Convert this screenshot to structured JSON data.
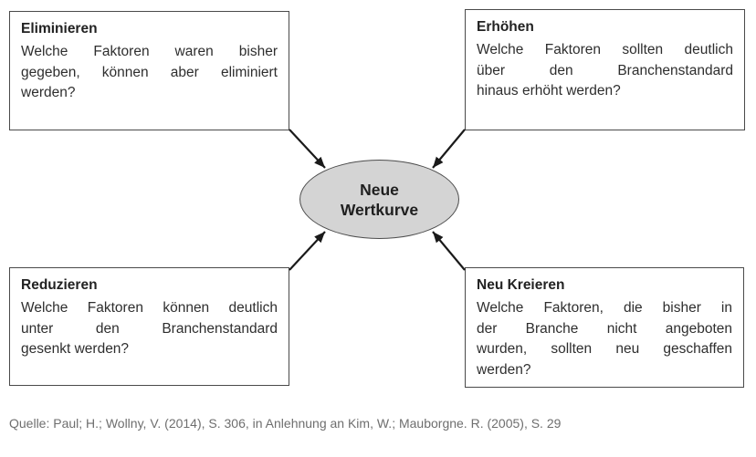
{
  "diagram": {
    "boxes": [
      {
        "id": "eliminieren",
        "title": "Eliminieren",
        "lines": [
          "Welche Faktoren waren bisher",
          "gegeben, können aber eliminiert",
          "werden?"
        ]
      },
      {
        "id": "erhoehen",
        "title": "Erhöhen",
        "lines": [
          "Welche Faktoren sollten deutlich",
          "über den Branchenstandard",
          "hinaus erhöht werden?"
        ]
      },
      {
        "id": "reduzieren",
        "title": "Reduzieren",
        "lines": [
          "Welche Faktoren können deutlich",
          "unter den Branchenstandard",
          "gesenkt werden?"
        ]
      },
      {
        "id": "neu-kreieren",
        "title": "Neu Kreieren",
        "lines": [
          "Welche Faktoren, die bisher in",
          "der Branche nicht angeboten",
          "wurden, sollten neu geschaffen",
          "werden?"
        ]
      }
    ],
    "center": {
      "line1": "Neue",
      "line2": "Wertkurve"
    },
    "caption": "Quelle: Paul; H.; Wollny, V. (2014), S. 306, in Anlehnung an Kim, W.; Mauborgne. R. (2005), S. 29",
    "colors": {
      "background": "#ffffff",
      "box_border": "#4a4a4a",
      "text": "#2e2e2e",
      "ellipse_fill": "#d4d4d4",
      "ellipse_border": "#4d4d4d",
      "arrow": "#1a1a1a",
      "caption_text": "#6e6e6e"
    }
  }
}
